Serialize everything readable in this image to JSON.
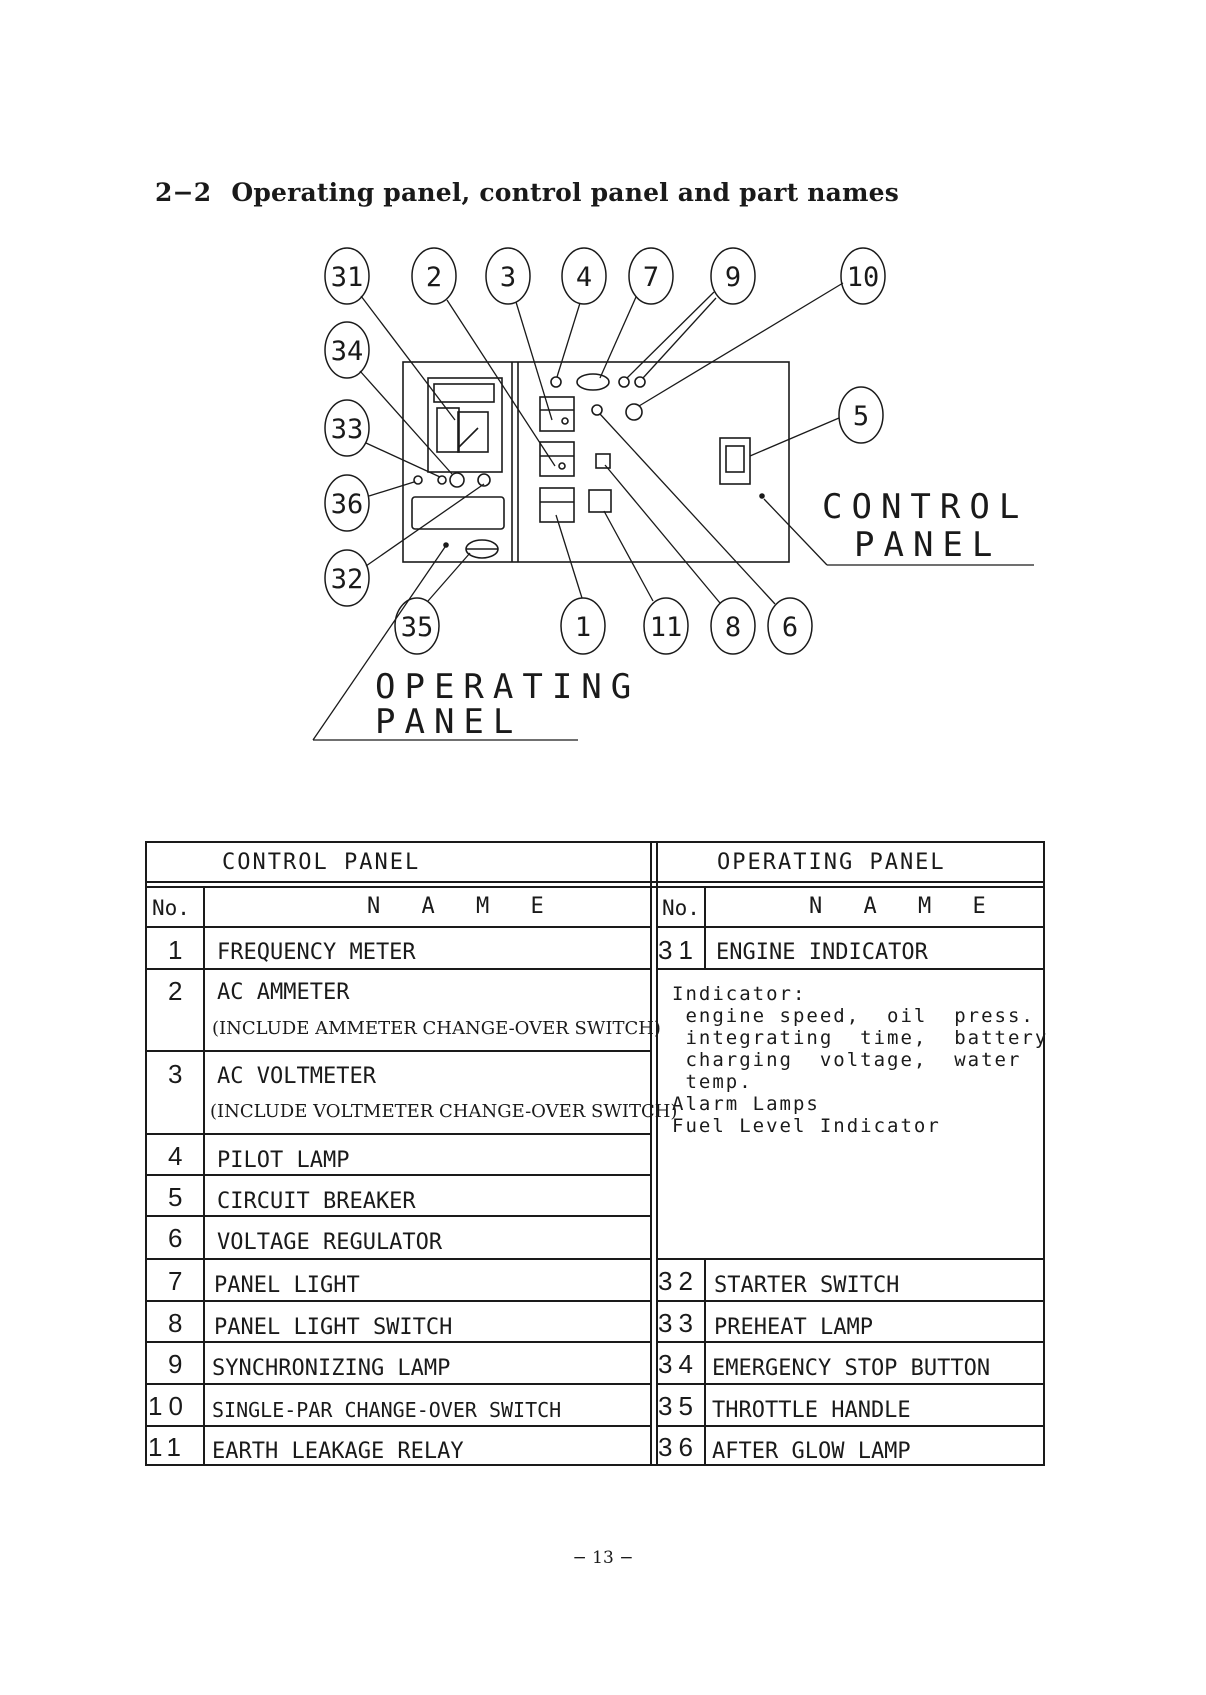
{
  "section": {
    "number": "2−2",
    "title": "Operating panel, control panel and part names"
  },
  "diagram": {
    "callouts": [
      "31",
      "2",
      "3",
      "4",
      "7",
      "9",
      "10",
      "34",
      "33",
      "36",
      "32",
      "5",
      "35",
      "1",
      "11",
      "8",
      "6"
    ],
    "control_panel_label": [
      "CONTROL",
      "PANEL"
    ],
    "operating_panel_label": [
      "OPERATING",
      "PANEL"
    ]
  },
  "table": {
    "control": {
      "header": "CONTROL PANEL",
      "no_header": "No.",
      "name_header": "N A M E",
      "rows": [
        {
          "no": "1",
          "name": "FREQUENCY METER",
          "sub": ""
        },
        {
          "no": "2",
          "name": "AC AMMETER",
          "sub": "(INCLUDE AMMETER CHANGE-OVER SWITCH)"
        },
        {
          "no": "3",
          "name": "AC VOLTMETER",
          "sub": "(INCLUDE VOLTMETER CHANGE-OVER SWITCH)"
        },
        {
          "no": "4",
          "name": "PILOT LAMP",
          "sub": ""
        },
        {
          "no": "5",
          "name": "CIRCUIT BREAKER",
          "sub": ""
        },
        {
          "no": "6",
          "name": "VOLTAGE REGULATOR",
          "sub": ""
        },
        {
          "no": "7",
          "name": "PANEL LIGHT",
          "sub": ""
        },
        {
          "no": "8",
          "name": "PANEL LIGHT SWITCH",
          "sub": ""
        },
        {
          "no": "9",
          "name": "SYNCHRONIZING LAMP",
          "sub": ""
        },
        {
          "no": "10",
          "name": "SINGLE-PAR CHANGE-OVER SWITCH",
          "sub": ""
        },
        {
          "no": "11",
          "name": "EARTH LEAKAGE RELAY",
          "sub": ""
        }
      ]
    },
    "operating": {
      "header": "OPERATING PANEL",
      "no_header": "No.",
      "name_header": "N A M E",
      "rows": [
        {
          "no": "31",
          "name": "ENGINE INDICATOR"
        },
        {
          "no": "32",
          "name": "STARTER SWITCH"
        },
        {
          "no": "33",
          "name": "PREHEAT LAMP"
        },
        {
          "no": "34",
          "name": "EMERGENCY STOP BUTTON"
        },
        {
          "no": "35",
          "name": "THROTTLE HANDLE"
        },
        {
          "no": "36",
          "name": "AFTER GLOW LAMP"
        }
      ],
      "indicator_note": "Indicator:\n engine speed,  oil  press.\n integrating  time,  battery\n charging  voltage,  water\n temp.\nAlarm Lamps\nFuel Level Indicator"
    }
  },
  "page_number": "− 13 −"
}
